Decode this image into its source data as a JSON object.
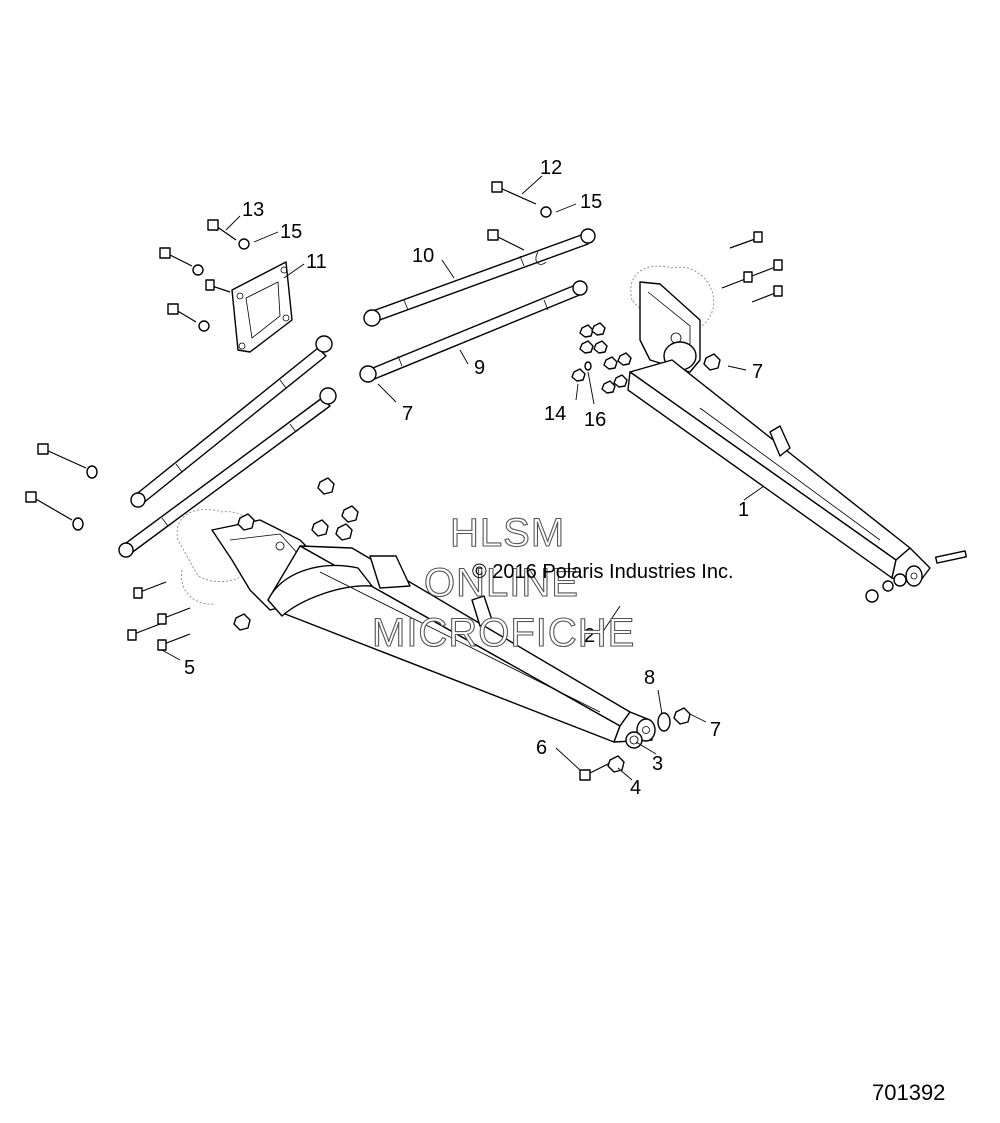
{
  "watermark": {
    "line1": "HLSM",
    "line2": "ONLINE",
    "line3": "MICROFICHE"
  },
  "copyright": "© 2016 Polaris Industries Inc.",
  "diagram_number": "701392",
  "callouts": {
    "c1": "1",
    "c2": "2",
    "c3": "3",
    "c4": "4",
    "c5": "5",
    "c6": "6",
    "c7a": "7",
    "c7b": "7",
    "c7c": "7",
    "c8": "8",
    "c9": "9",
    "c10": "10",
    "c11": "11",
    "c12": "12",
    "c13": "13",
    "c14": "14",
    "c15a": "15",
    "c15b": "15",
    "c16": "16"
  }
}
